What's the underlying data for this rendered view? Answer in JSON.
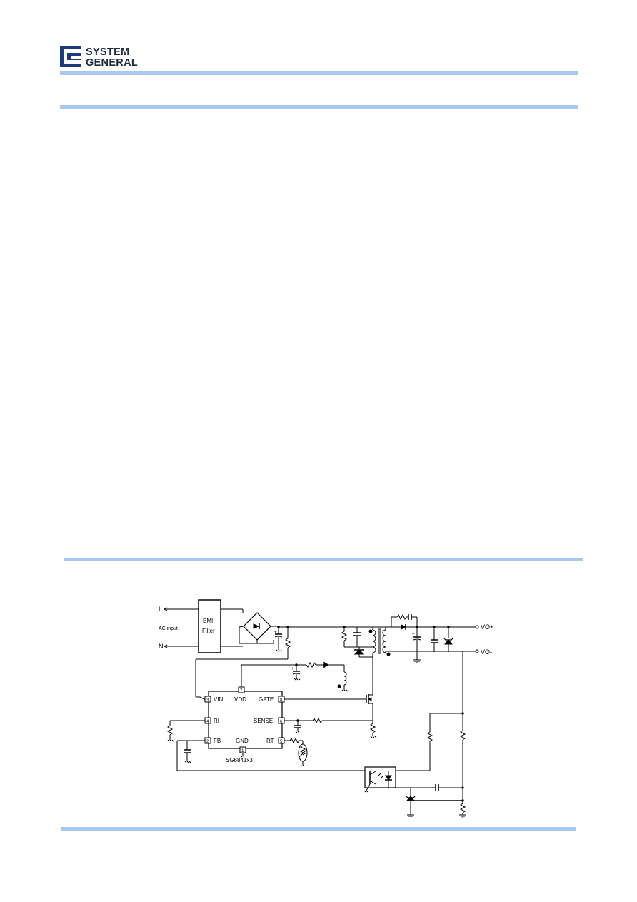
{
  "header": {
    "logo_line1": "SYSTEM",
    "logo_line2": "GENERAL"
  },
  "schematic": {
    "labels": {
      "line": "L",
      "ac_input": "AC input",
      "neutral": "N",
      "emi_line1": "EMI",
      "emi_line2": "Filter",
      "vo_plus": "VO+",
      "vo_minus": "VO-",
      "chip": "SG6841x3"
    },
    "pins": {
      "vin": "VIN",
      "vin_num": "3",
      "vdd": "VDD",
      "vdd_num": "7",
      "gate": "GATE",
      "gate_num": "8",
      "ri": "RI",
      "ri_num": "4",
      "sense": "SENSE",
      "sense_num": "6",
      "fb": "FB",
      "fb_num": "2",
      "gnd": "GND",
      "gnd_num": "1",
      "rt": "RT",
      "rt_num": "5"
    }
  }
}
